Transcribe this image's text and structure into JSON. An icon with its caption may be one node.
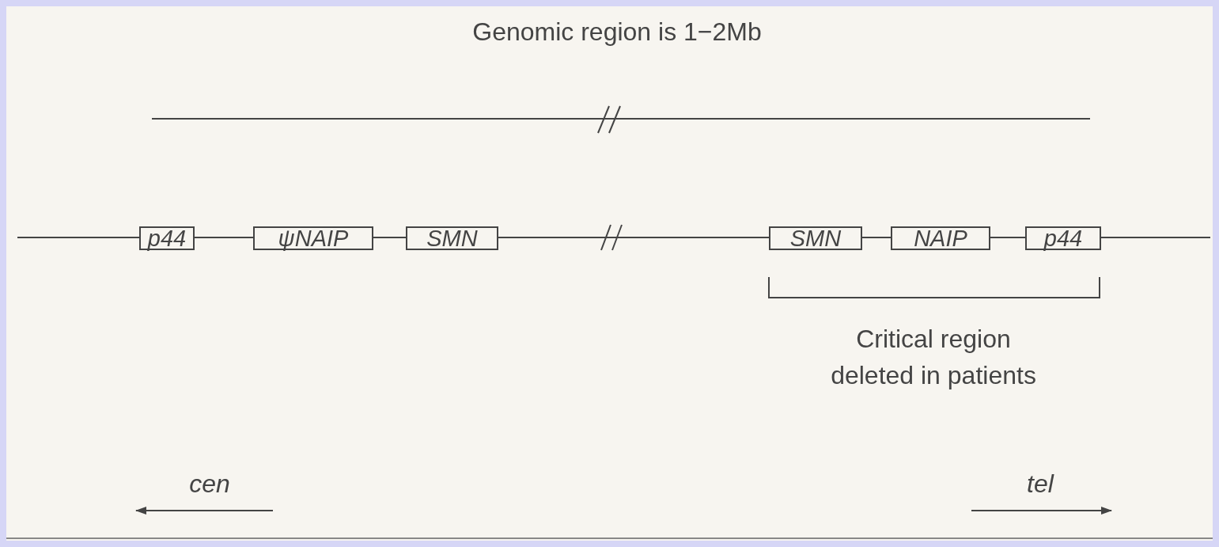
{
  "diagram": {
    "title": "Genomic region is 1−2Mb",
    "nodes": [
      {
        "text": [
          "p44"
        ]
      },
      {
        "text": [
          "ψNAIP"
        ]
      },
      {
        "text": [
          "SMN"
        ]
      },
      {
        "text": [
          "SMN"
        ]
      },
      {
        "text": [
          "NAIP"
        ]
      },
      {
        "text": [
          "p44"
        ]
      }
    ],
    "edges": [
      {
        "from": null,
        "to": 0,
        "arrow": "none"
      },
      {
        "from": 0,
        "to": 1,
        "arrow": "none"
      },
      {
        "from": 1,
        "to": 2,
        "arrow": "none"
      },
      {
        "from": 2,
        "to": 3,
        "arrow": "none"
      },
      {
        "from": 3,
        "to": 4,
        "arrow": "none"
      },
      {
        "from": 4,
        "to": 5,
        "arrow": "none"
      },
      {
        "from": 5,
        "to": null,
        "arrow": "none"
      }
    ],
    "labels": [
      "Critical region deleted in patients",
      "cen",
      "tel"
    ]
  }
}
